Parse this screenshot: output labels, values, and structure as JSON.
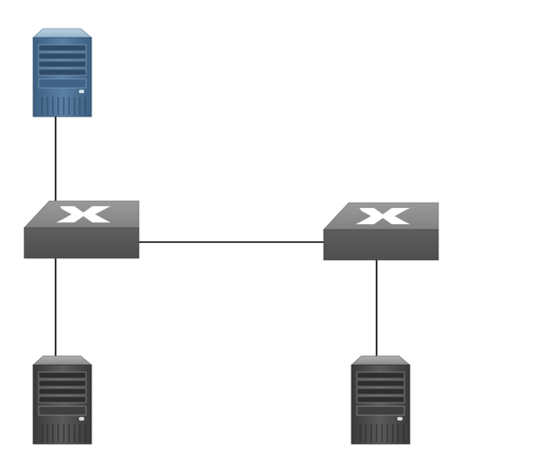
{
  "diagram": {
    "colors": {
      "background": "#ffffff",
      "link": "#000000",
      "server_top_blue": "#a9c4d6",
      "server_body_blue": "#4f7396",
      "server_top_gray": "#9a9a9a",
      "server_body_gray": "#4a4a4a",
      "switch_top": "#8c8c8c",
      "switch_front": "#575757",
      "switch_symbol": "#ffffff"
    },
    "nodes": [
      {
        "id": "server-top",
        "type": "server",
        "variant": "blue",
        "icon": "server-icon"
      },
      {
        "id": "switch-left",
        "type": "switch",
        "icon": "network-switch-icon"
      },
      {
        "id": "switch-right",
        "type": "switch",
        "icon": "network-switch-icon"
      },
      {
        "id": "server-bottom-left",
        "type": "server",
        "variant": "gray",
        "icon": "server-icon"
      },
      {
        "id": "server-bottom-right",
        "type": "server",
        "variant": "gray",
        "icon": "server-icon"
      }
    ],
    "links": [
      {
        "from": "server-top",
        "to": "switch-left"
      },
      {
        "from": "switch-left",
        "to": "switch-right"
      },
      {
        "from": "switch-left",
        "to": "server-bottom-left"
      },
      {
        "from": "switch-right",
        "to": "server-bottom-right"
      }
    ]
  }
}
